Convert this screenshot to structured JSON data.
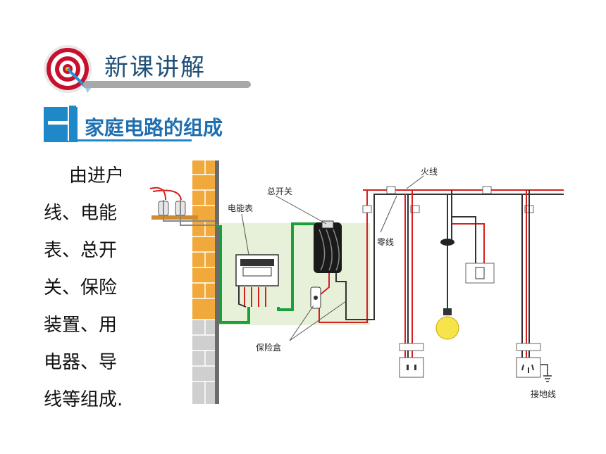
{
  "header": {
    "title": "新课讲解"
  },
  "section": {
    "number": "一",
    "title": "家庭电路的组成"
  },
  "body": {
    "lines": [
      "由进户",
      "线、电能",
      "表、总开",
      "关、保险",
      "装置、用",
      "电器、导",
      "线等组成."
    ]
  },
  "diagram": {
    "labels": {
      "live_wire": "火线",
      "neutral_wire": "零线",
      "main_switch": "总开关",
      "meter": "电能表",
      "fuse_box": "保险盒",
      "ground_wire": "接地线"
    }
  },
  "colors": {
    "title_blue": "#1f4f78",
    "section_blue": "#1f88c8",
    "wire_red": "#d62020",
    "wire_green": "#1aa03a",
    "wall_orange": "#f2a93b"
  }
}
